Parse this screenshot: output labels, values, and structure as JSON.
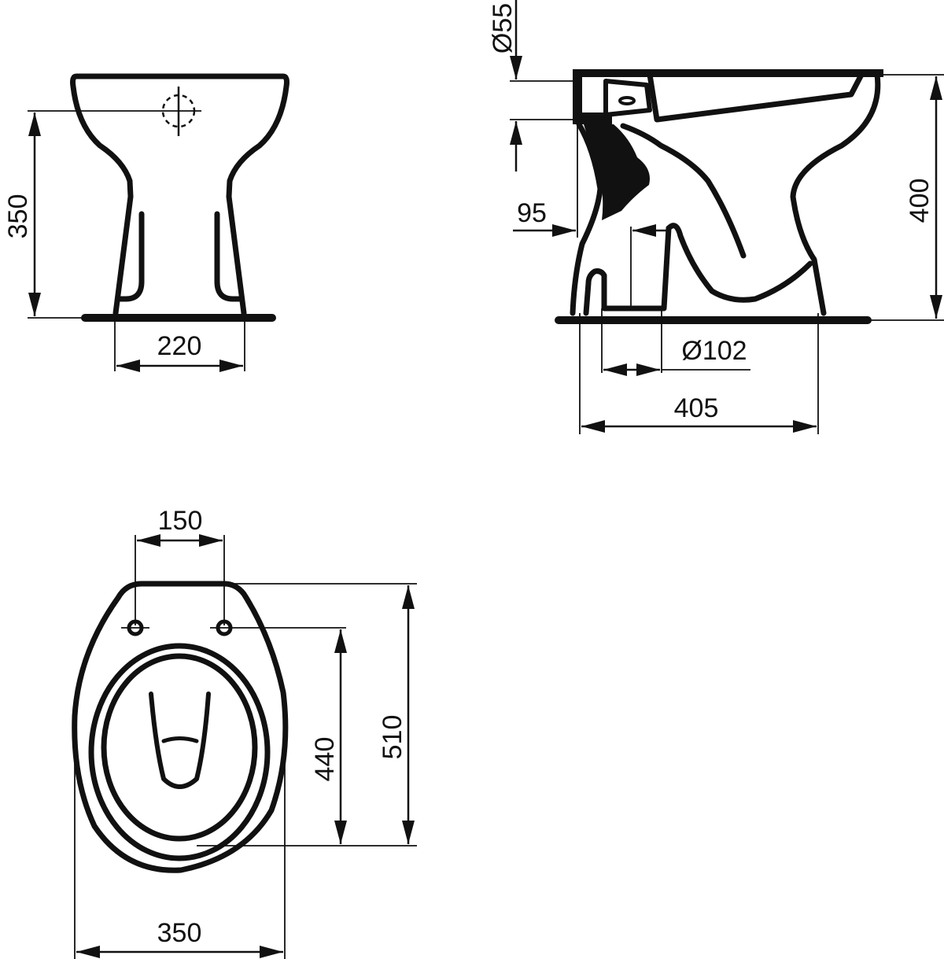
{
  "drawing": {
    "subject": "floor-standing toilet, dimensioned technical drawing",
    "units": "mm",
    "ink_color": "#111111",
    "background_color": "#ffffff"
  },
  "front_view": {
    "height_to_inlet_label": "350",
    "foot_width_label": "220"
  },
  "side_view": {
    "inlet_diameter_label": "Ø55",
    "outlet_offset_label": "95",
    "outlet_diameter_label": "Ø102",
    "total_depth_label": "405",
    "total_height_label": "400"
  },
  "top_view": {
    "seat_hole_spacing_label": "150",
    "hole_to_front_label": "440",
    "overall_length_label": "510",
    "overall_width_label": "350"
  }
}
